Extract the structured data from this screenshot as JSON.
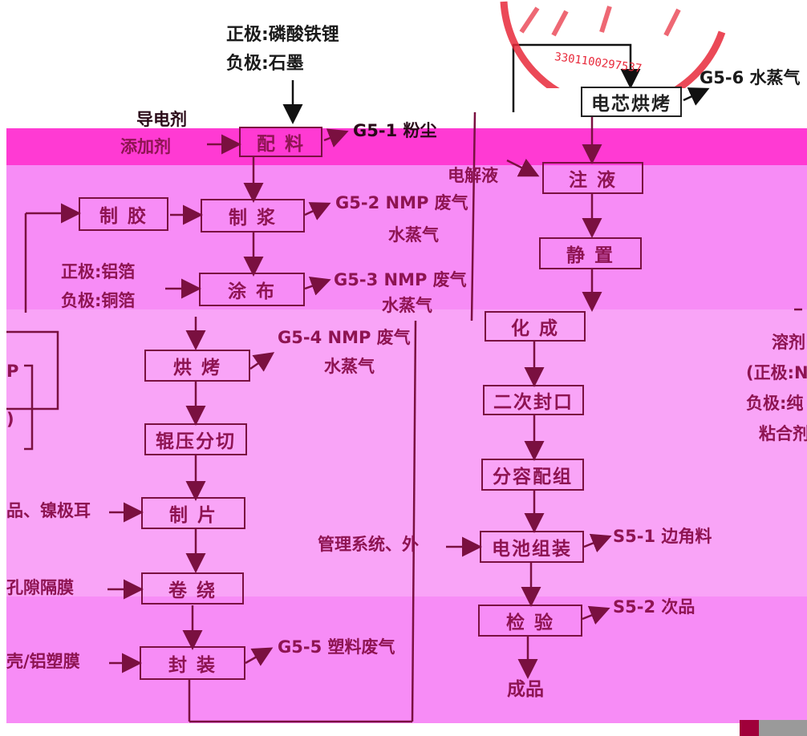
{
  "colors": {
    "magenta_band": "#ff3ad3",
    "pink_band": "#f78cf6",
    "light_pink": "#f9a4f7",
    "ink": "#8e1452",
    "dark_ink": "#1a1a1a",
    "seal_red": "#e8293a"
  },
  "top_materials": {
    "line1": "正极:磷酸铁锂",
    "line2": "负极:石墨"
  },
  "left_inputs": {
    "conductive_1": "导电剂",
    "conductive_2": "添加剂",
    "foil_pos": "正极:铝箔",
    "foil_neg": "负极:铜箔",
    "partial_np": "P",
    "partial_paren": ")",
    "tab_input": "品、镍极耳",
    "separator_input": "孔隙隔膜",
    "case_input": "壳/铝塑膜"
  },
  "process_left": {
    "mixing": "配 料",
    "glue": "制 胶",
    "slurry": "制 浆",
    "coating": "涂 布",
    "baking": "烘 烤",
    "rolling": "辊压分切",
    "cutting": "制 片",
    "winding": "卷 绕",
    "sealing": "封 装"
  },
  "emissions_left": {
    "g5_1": "G5-1 粉尘",
    "g5_2a": "G5-2 NMP 废气",
    "g5_2b": "水蒸气",
    "g5_3a": "G5-3 NMP 废气",
    "g5_3b": "水蒸气",
    "g5_4a": "G5-4 NMP 废气",
    "g5_4b": "水蒸气",
    "g5_5": "G5-5 塑料废气"
  },
  "process_right": {
    "cell_baking": "电芯烘烤",
    "injection": "注 液",
    "standing": "静 置",
    "formation": "化 成",
    "second_seal": "二次封口",
    "grading": "分容配组",
    "assembly": "电池组装",
    "inspection": "检 验",
    "product": "成品"
  },
  "right_inputs": {
    "electrolyte": "电解液",
    "bms": "管理系统、外"
  },
  "emissions_right": {
    "g5_6": "G5-6 水蒸气",
    "s5_1": "S5-1 边角料",
    "s5_2": "S5-2 次品"
  },
  "right_edge": {
    "solvent": "溶剂",
    "positive": "(正极:N",
    "negative": "负极:纯",
    "binder": "粘合剂"
  },
  "seal_number": "3301100297537"
}
